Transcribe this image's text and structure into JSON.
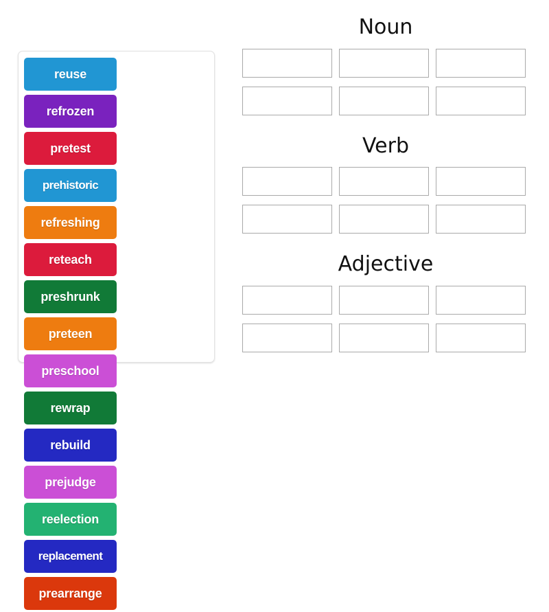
{
  "word_bank": {
    "name": "word-bank",
    "tiles": [
      {
        "label": "reuse",
        "color": "#2196d3"
      },
      {
        "label": "refrozen",
        "color": "#7a22be"
      },
      {
        "label": "pretest",
        "color": "#dc1b3c"
      },
      {
        "label": "prehistoric",
        "color": "#2196d3"
      },
      {
        "label": "refreshing",
        "color": "#ee7c10"
      },
      {
        "label": "reteach",
        "color": "#dc1b3c"
      },
      {
        "label": "preshrunk",
        "color": "#117a37"
      },
      {
        "label": "preteen",
        "color": "#ee7c10"
      },
      {
        "label": "preschool",
        "color": "#cb4fd6"
      },
      {
        "label": "rewrap",
        "color": "#117a37"
      },
      {
        "label": "rebuild",
        "color": "#2429c2"
      },
      {
        "label": "prejudge",
        "color": "#cb4fd6"
      },
      {
        "label": "reelection",
        "color": "#23b272"
      },
      {
        "label": "replacement",
        "color": "#2429c2"
      },
      {
        "label": "prearrange",
        "color": "#db380c"
      }
    ]
  },
  "categories": [
    {
      "id": "noun",
      "title": "Noun",
      "slots": [
        "",
        "",
        "",
        "",
        "",
        ""
      ]
    },
    {
      "id": "verb",
      "title": "Verb",
      "slots": [
        "",
        "",
        "",
        "",
        "",
        ""
      ]
    },
    {
      "id": "adjective",
      "title": "Adjective",
      "slots": [
        "",
        "",
        "",
        "",
        "",
        ""
      ]
    }
  ],
  "theme": {
    "page_background": "#ffffff",
    "bank_border": "#e2e2e2",
    "slot_border": "#a9a9a9",
    "title_color": "#111111",
    "tile_text_color": "#ffffff"
  }
}
